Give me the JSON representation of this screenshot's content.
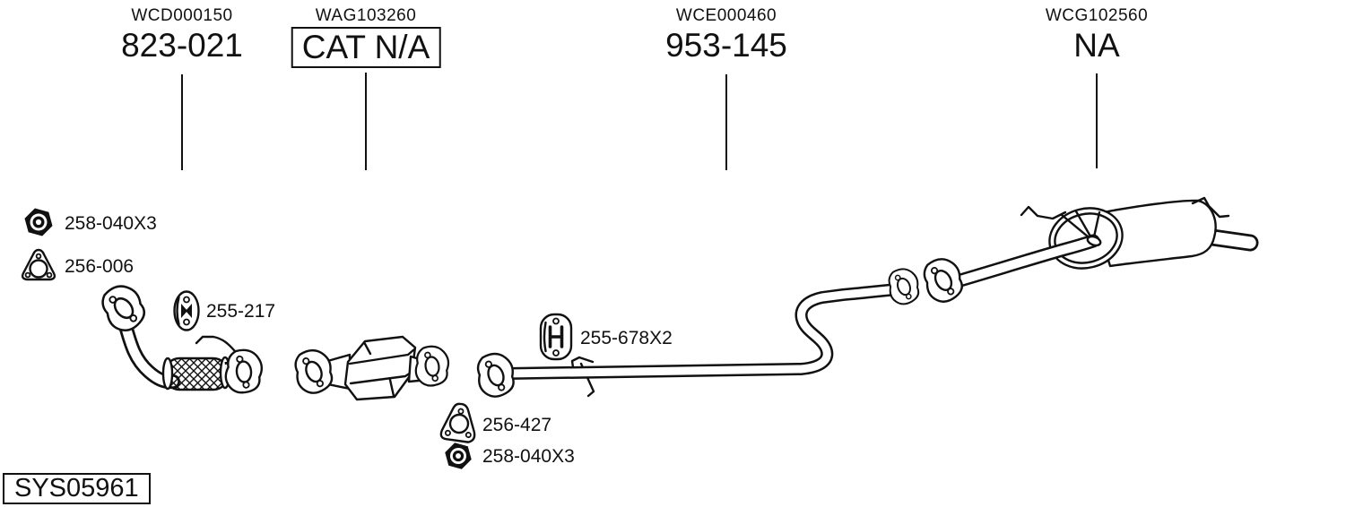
{
  "diagram": {
    "system_id": "SYS05961",
    "sections": [
      {
        "code": "WCD000150",
        "part": "823-021",
        "boxed": false,
        "component": "front-flex-pipe"
      },
      {
        "code": "WAG103260",
        "part": "CAT N/A",
        "boxed": true,
        "component": "catalytic-converter"
      },
      {
        "code": "WCE000460",
        "part": "953-145",
        "boxed": false,
        "component": "centre-pipe"
      },
      {
        "code": "WCG102560",
        "part": "NA",
        "boxed": false,
        "component": "rear-silencer"
      }
    ],
    "fittings": [
      {
        "icon": "hex-nut-icon",
        "part": "258-040X3"
      },
      {
        "icon": "triangle-gasket-icon",
        "part": "256-006"
      },
      {
        "icon": "rubber-hanger-icon",
        "part": "255-217"
      },
      {
        "icon": "hanger-bracket-icon",
        "part": "255-678X2"
      },
      {
        "icon": "flange-gasket-icon",
        "part": "256-427"
      },
      {
        "icon": "hex-nut-icon",
        "part": "258-040X3"
      }
    ],
    "colors": {
      "line": "#111111",
      "background": "#ffffff"
    }
  }
}
